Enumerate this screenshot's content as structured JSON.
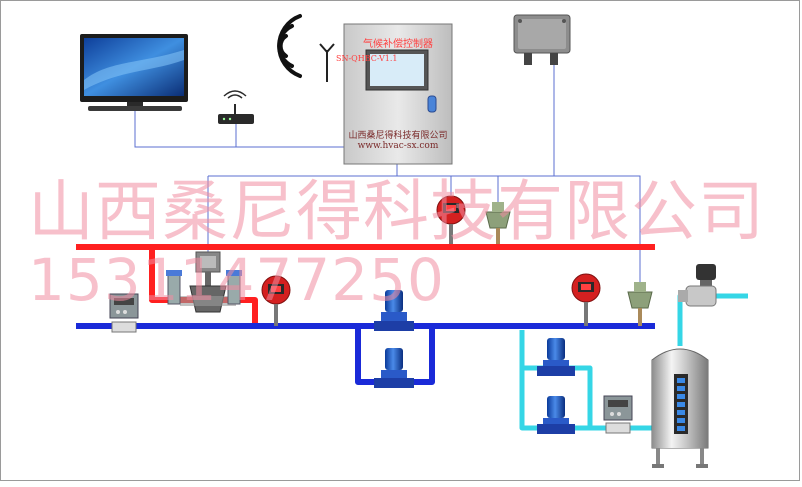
{
  "controller": {
    "title": "气候补偿控制器",
    "model": "SN-QHBC-V1.1",
    "company": "山西桑尼得科技有限公司",
    "url": "www.hvac-sx.com"
  },
  "watermark": {
    "company": "山西桑尼得科技有限公司",
    "phone": "15311477250"
  },
  "colors": {
    "supply_pipe": "#ff2020",
    "return_pipe": "#1a2ad8",
    "makeup_pipe": "#35d6e6",
    "signal_wire": "#5b6fd0",
    "watermark": "#f08ca0"
  },
  "icons": {
    "monitor": "monitor-icon",
    "router": "wifi-router-icon",
    "wireless": "wireless-signal-icon",
    "antenna": "antenna-icon",
    "outdoor_sensor": "outdoor-sensor-icon",
    "pump": "pump-icon",
    "pressure_gauge": "pressure-transmitter-icon",
    "temp_sensor": "temperature-sensor-icon",
    "valve": "regulating-valve-icon",
    "flow_meter": "flow-meter-icon",
    "solenoid": "solenoid-valve-icon",
    "tank": "water-tank-icon"
  }
}
